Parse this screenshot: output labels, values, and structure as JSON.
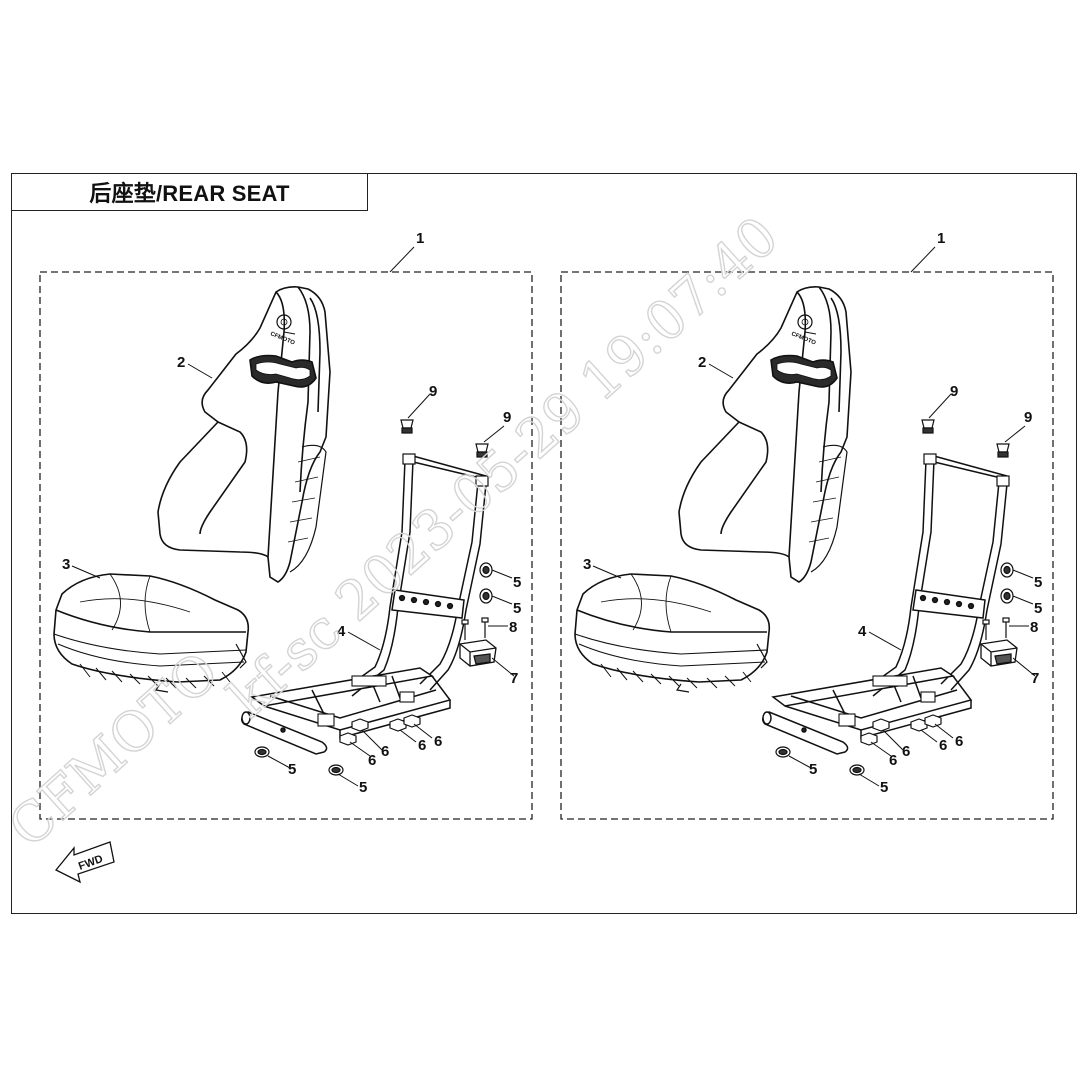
{
  "title": "后座垫/REAR SEAT",
  "fwd_label": "FWD",
  "seat_logo_text": "CFMOTO",
  "watermark": {
    "brand": "CFMOTO",
    "text": "kf-sc 2023-05-29 19:07:40"
  },
  "callouts": [
    "1",
    "2",
    "3",
    "4",
    "5",
    "6",
    "7",
    "8",
    "9"
  ]
}
